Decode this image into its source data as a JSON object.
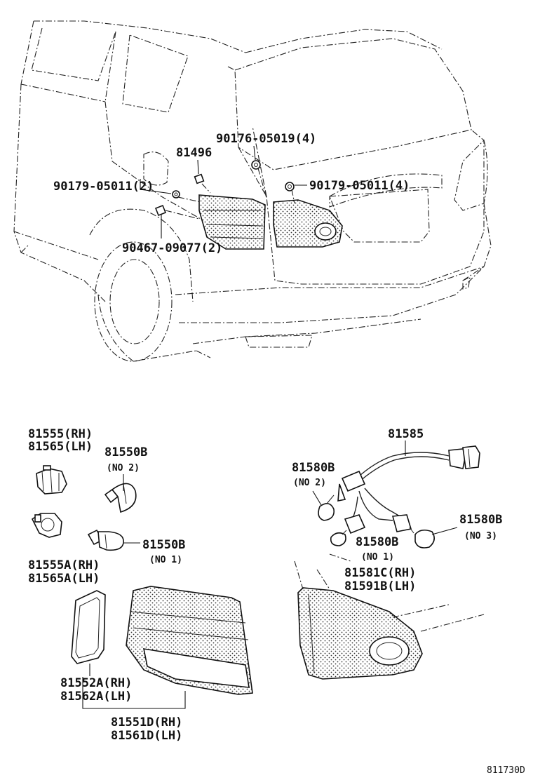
{
  "diagram": {
    "upper_labels": {
      "l_90176": "90176-05019(4)",
      "l_81496": "81496",
      "l_90179_left": "90179-05011(2)",
      "l_90179_right": "90179-05011(4)",
      "l_90467": "90467-09077(2)"
    },
    "lower_labels": {
      "l_81555": "81555(RH)",
      "l_81565": "81565(LH)",
      "l_81550b_top": "81550B",
      "l_81550b_top_sub": "(NO 2)",
      "l_81550b_bottom": "81550B",
      "l_81550b_bottom_sub": "(NO 1)",
      "l_81555a": "81555A(RH)",
      "l_81565a": "81565A(LH)",
      "l_81585": "81585",
      "l_81580b_left": "81580B",
      "l_81580b_left_sub": "(NO 2)",
      "l_81580b_right": "81580B",
      "l_81580b_right_sub": "(NO 3)",
      "l_81580b_mid": "81580B",
      "l_81580b_mid_sub": "(NO 1)",
      "l_81581c": "81581C(RH)",
      "l_81591b": "81591B(LH)",
      "l_81552a": "81552A(RH)",
      "l_81562a": "81562A(LH)",
      "l_81551d": "81551D(RH)",
      "l_81561d": "81561D(LH)"
    },
    "drawing_code": "811730D"
  }
}
